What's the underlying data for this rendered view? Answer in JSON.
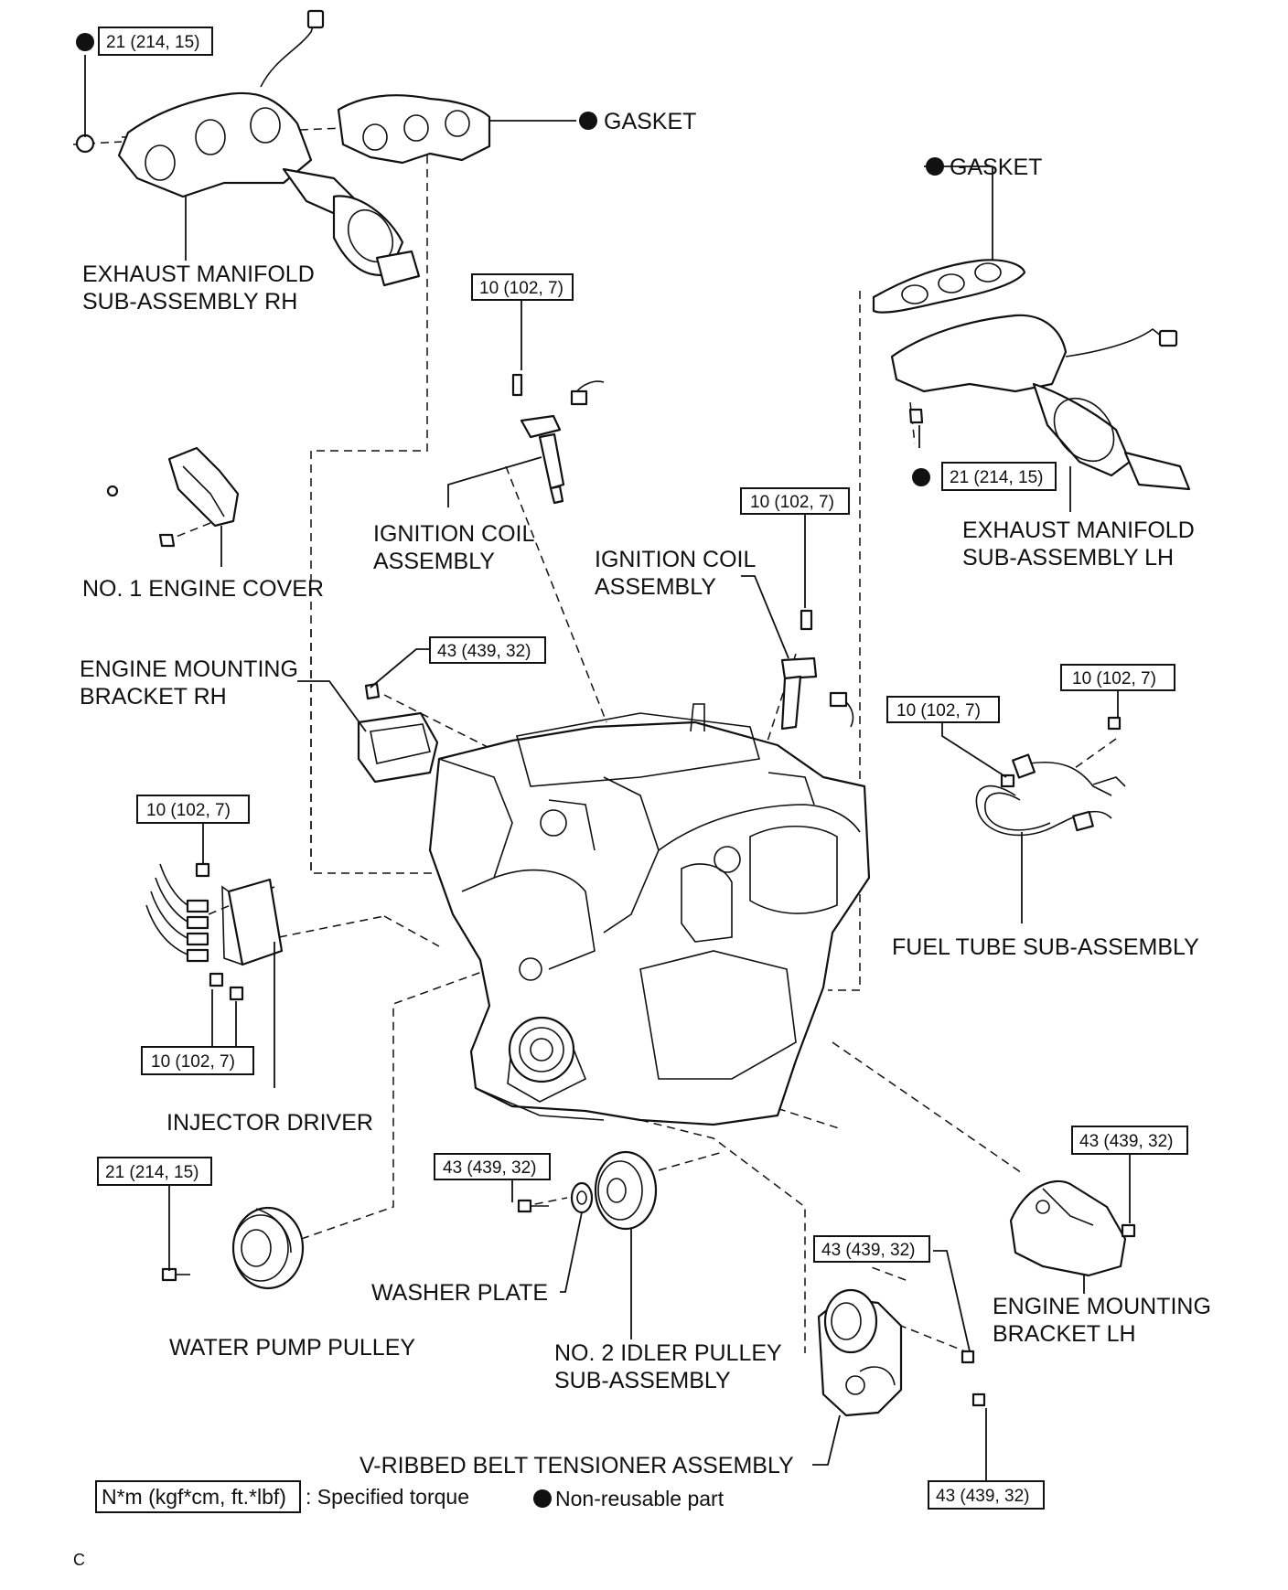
{
  "parts": {
    "exhaust_manifold_rh": [
      "EXHAUST MANIFOLD",
      "SUB-ASSEMBLY RH"
    ],
    "exhaust_manifold_lh": [
      "EXHAUST MANIFOLD",
      "SUB-ASSEMBLY LH"
    ],
    "gasket_rh": "GASKET",
    "gasket_lh": "GASKET",
    "ignition_coil_rh": [
      "IGNITION COIL",
      "ASSEMBLY"
    ],
    "ignition_coil_lh": [
      "IGNITION COIL",
      "ASSEMBLY"
    ],
    "engine_cover": "NO. 1 ENGINE COVER",
    "engine_mount_rh": [
      "ENGINE MOUNTING",
      "BRACKET RH"
    ],
    "engine_mount_lh": [
      "ENGINE MOUNTING",
      "BRACKET LH"
    ],
    "fuel_tube": "FUEL TUBE SUB-ASSEMBLY",
    "injector_driver": "INJECTOR DRIVER",
    "water_pump_pulley": "WATER PUMP PULLEY",
    "washer_plate": "WASHER PLATE",
    "idler_pulley": [
      "NO. 2 IDLER PULLEY",
      "SUB-ASSEMBLY"
    ],
    "belt_tensioner": "V-RIBBED BELT TENSIONER ASSEMBLY"
  },
  "torques": {
    "t_manifold_rh": "21 (214, 15)",
    "t_manifold_lh": "21 (214, 15)",
    "t_coil_rh": "10 (102, 7)",
    "t_coil_lh": "10 (102, 7)",
    "t_mount_rh": "43 (439, 32)",
    "t_mount_lh": "43 (439, 32)",
    "t_fuel_1": "10 (102, 7)",
    "t_fuel_2": "10 (102, 7)",
    "t_inj_top": "10 (102, 7)",
    "t_inj_bottom": "10 (102, 7)",
    "t_water_pump": "21 (214, 15)",
    "t_idler": "43 (439, 32)",
    "t_tensioner_1": "43 (439, 32)",
    "t_tensioner_2": "43 (439, 32)"
  },
  "legend": {
    "torque_unit": "N*m (kgf*cm, ft.*lbf)",
    "torque_desc": ": Specified torque",
    "nonreusable": "Non-reusable part"
  },
  "corner_mark": "C"
}
